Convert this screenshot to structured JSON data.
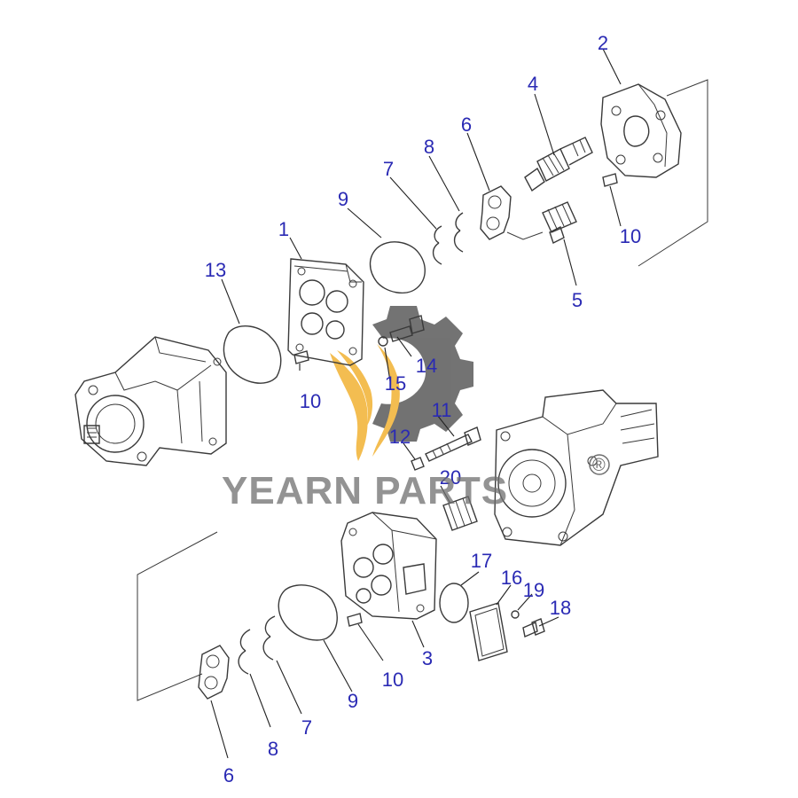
{
  "watermark": {
    "brand": "YEARN PARTS",
    "registered": "®",
    "gear_color": "#5a5a5a",
    "flame_color": "#f2b233"
  },
  "labels": {
    "l1": "1",
    "l2": "2",
    "l3": "3",
    "l4": "4",
    "l5": "5",
    "l6a": "6",
    "l6b": "6",
    "l7a": "7",
    "l7b": "7",
    "l8a": "8",
    "l8b": "8",
    "l9a": "9",
    "l9b": "9",
    "l10a": "10",
    "l10b": "10",
    "l10c": "10",
    "l11": "11",
    "l12": "12",
    "l13": "13",
    "l14": "14",
    "l15": "15",
    "l16": "16",
    "l17": "17",
    "l18": "18",
    "l19": "19",
    "l20": "20"
  },
  "colors": {
    "label": "#2a2ab4",
    "line": "#3a3a3a"
  }
}
